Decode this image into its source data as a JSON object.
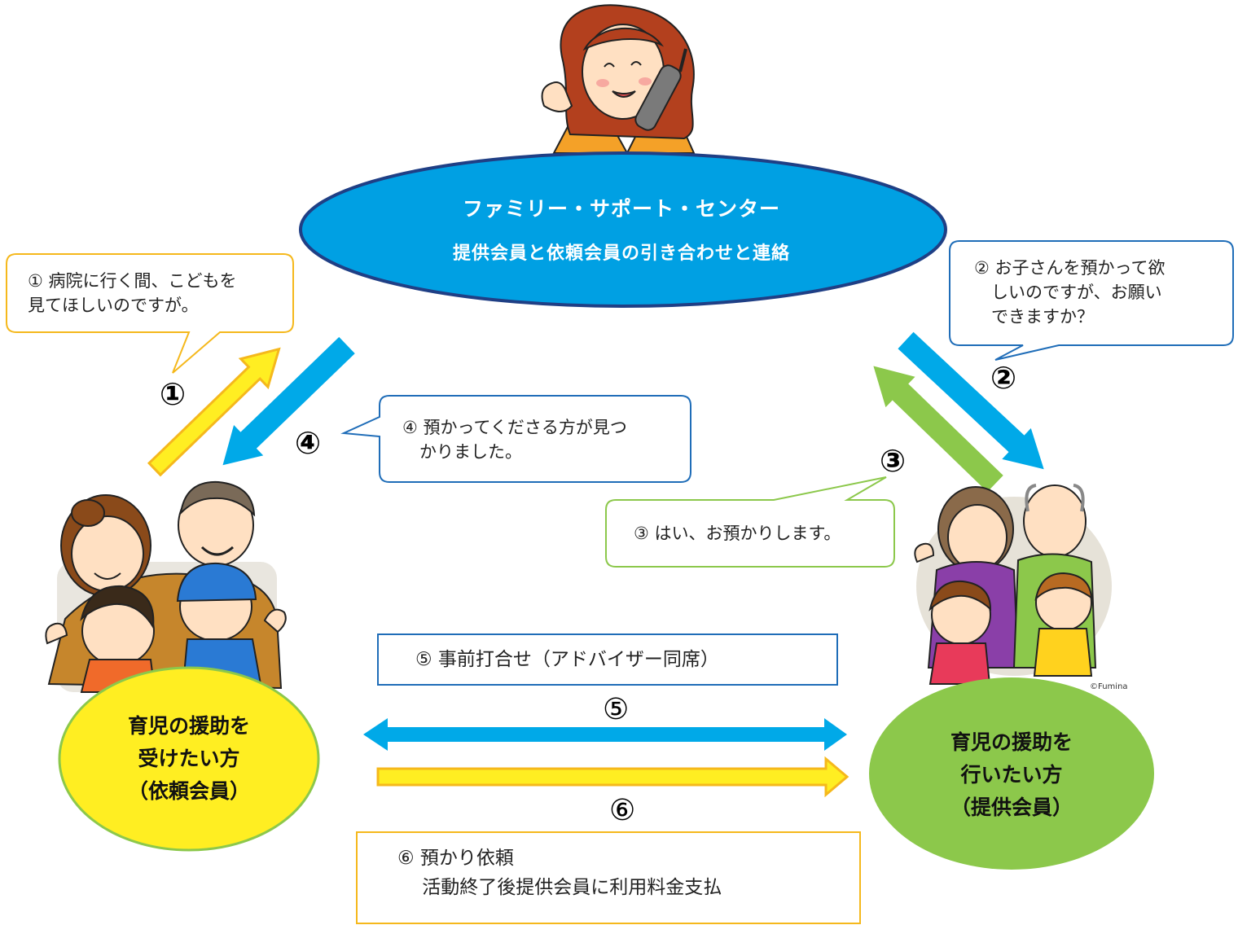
{
  "center": {
    "title": "ファミリー・サポート・センター",
    "subtitle": "提供会員と依頼会員の引き合わせと連絡"
  },
  "bubbles": {
    "b1": "① 病院に行く間、こどもを\n見てほしいのですが。",
    "b2": "② お子さんを預かって欲\n　しいのですが、お願い\n　できますか？",
    "b3": "③ はい、お預かりします。",
    "b4": "④ 預かってくださる方が見つ\n　かりました。",
    "b5": "⑤ 事前打合せ（アドバイザー同席）",
    "b6": "⑥ 預かり依頼\n　 活動終了後提供会員に利用料金支払"
  },
  "steps": {
    "s1": "①",
    "s2": "②",
    "s3": "③",
    "s4": "④",
    "s5": "⑤",
    "s6": "⑥"
  },
  "roles": {
    "requester": {
      "line1": "育児の援助を",
      "line2": "受けたい方",
      "line3": "（依頼会員）"
    },
    "provider": {
      "line1": "育児の援助を",
      "line2": "行いたい方",
      "line3": "（提供会員）"
    }
  },
  "illustrations": {
    "operator": "phone-operator-illustration",
    "requester_family": "young-family-illustration",
    "provider_family": "grandparents-family-illustration",
    "credit": "©Fumina"
  },
  "colors": {
    "blue": "#00a9e8",
    "green": "#8cc84b",
    "yellow": "#ffee22",
    "orange_border": "#f5b81c",
    "navy": "#1f3f85"
  }
}
